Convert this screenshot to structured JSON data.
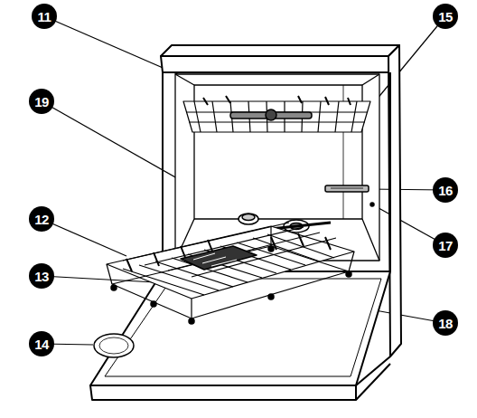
{
  "diagram": {
    "labels": [
      "11",
      "15",
      "19",
      "16",
      "12",
      "13",
      "17",
      "14",
      "18"
    ]
  }
}
